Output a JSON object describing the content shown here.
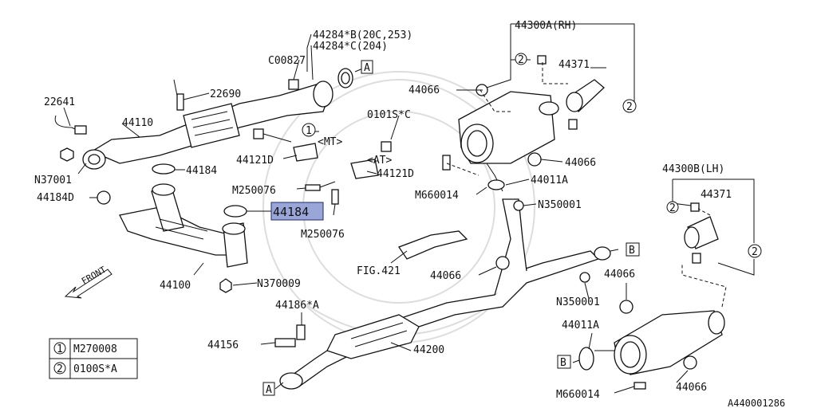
{
  "labels": {
    "l44284b": "44284*B(20C,253)",
    "l44284c": "44284*C(204)",
    "lA_top": "A",
    "lC00827": "C00827",
    "l22690": "22690",
    "l22641": "22641",
    "l44110": "44110",
    "l44300a": "44300A(RH)",
    "l44371a": "44371",
    "l44066a": "44066",
    "l2a": "2",
    "l2b": "2",
    "l0101s": "0101S*C",
    "l1": "1",
    "lMT": "<MT>",
    "lAT": "<AT>",
    "l44121d_a": "44121D",
    "l44121d_b": "44121D",
    "lN37001": "N37001",
    "l44184d": "44184D",
    "l44184": "44184",
    "lM250076a": "M250076",
    "lM250076b": "M250076",
    "l44184_hl": "44184",
    "l44066b": "44066",
    "l44011a_a": "44011A",
    "lM660014a": "M660014",
    "lN350001a": "N350001",
    "l44300b": "44300B(LH)",
    "l44371b": "44371",
    "l2c": "2",
    "l2d": "2",
    "lFRONT": "FRONT",
    "l44100": "44100",
    "lN370009": "N370009",
    "lFIG421": "FIG.421",
    "l44066c": "44066",
    "lB_right": "B",
    "lN350001b": "N350001",
    "l44066d": "44066",
    "l44186": "44186*A",
    "l44156": "44156",
    "l44200": "44200",
    "l44011a_b": "44011A",
    "lB_left": "B",
    "lA_bottom": "A",
    "lM660014b": "M660014",
    "l44066e": "44066",
    "lCode": "A440001286"
  },
  "legend": {
    "k1": "1",
    "v1": "M270008",
    "k2": "2",
    "v2": "0100S*A"
  }
}
